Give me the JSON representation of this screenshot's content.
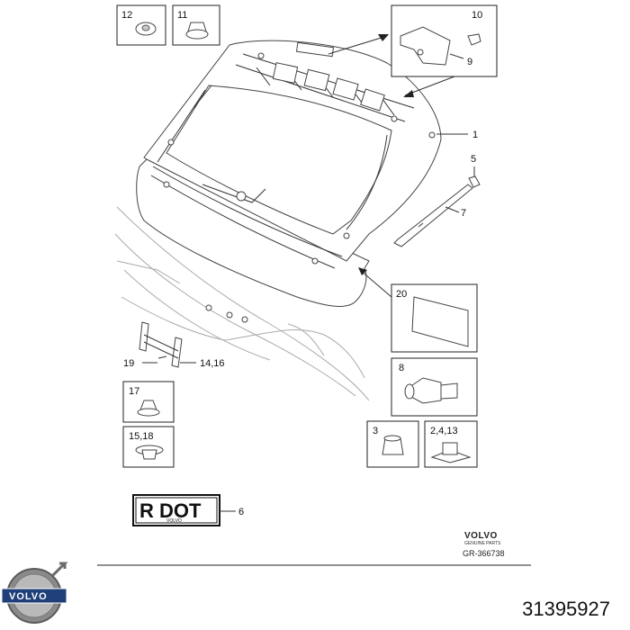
{
  "callouts": {
    "c1": "1",
    "c5": "5",
    "c7": "7",
    "c6": "6",
    "c9": "9",
    "c10": "10",
    "c19": "19",
    "c14_16": "14,16"
  },
  "boxes": {
    "b12": "12",
    "b11": "11",
    "b20": "20",
    "b8": "8",
    "b17": "17",
    "b15_18": "15,18",
    "b3": "3",
    "b2_4_13": "2,4,13"
  },
  "label_plate": {
    "text": "R DOT",
    "brand": "VOLVO"
  },
  "brand_block": {
    "brand": "VOLVO",
    "sub": "GENUINE PARTS",
    "ref": "GR-366738"
  },
  "logo": {
    "text": "VOLVO"
  },
  "part_number": "31395927"
}
